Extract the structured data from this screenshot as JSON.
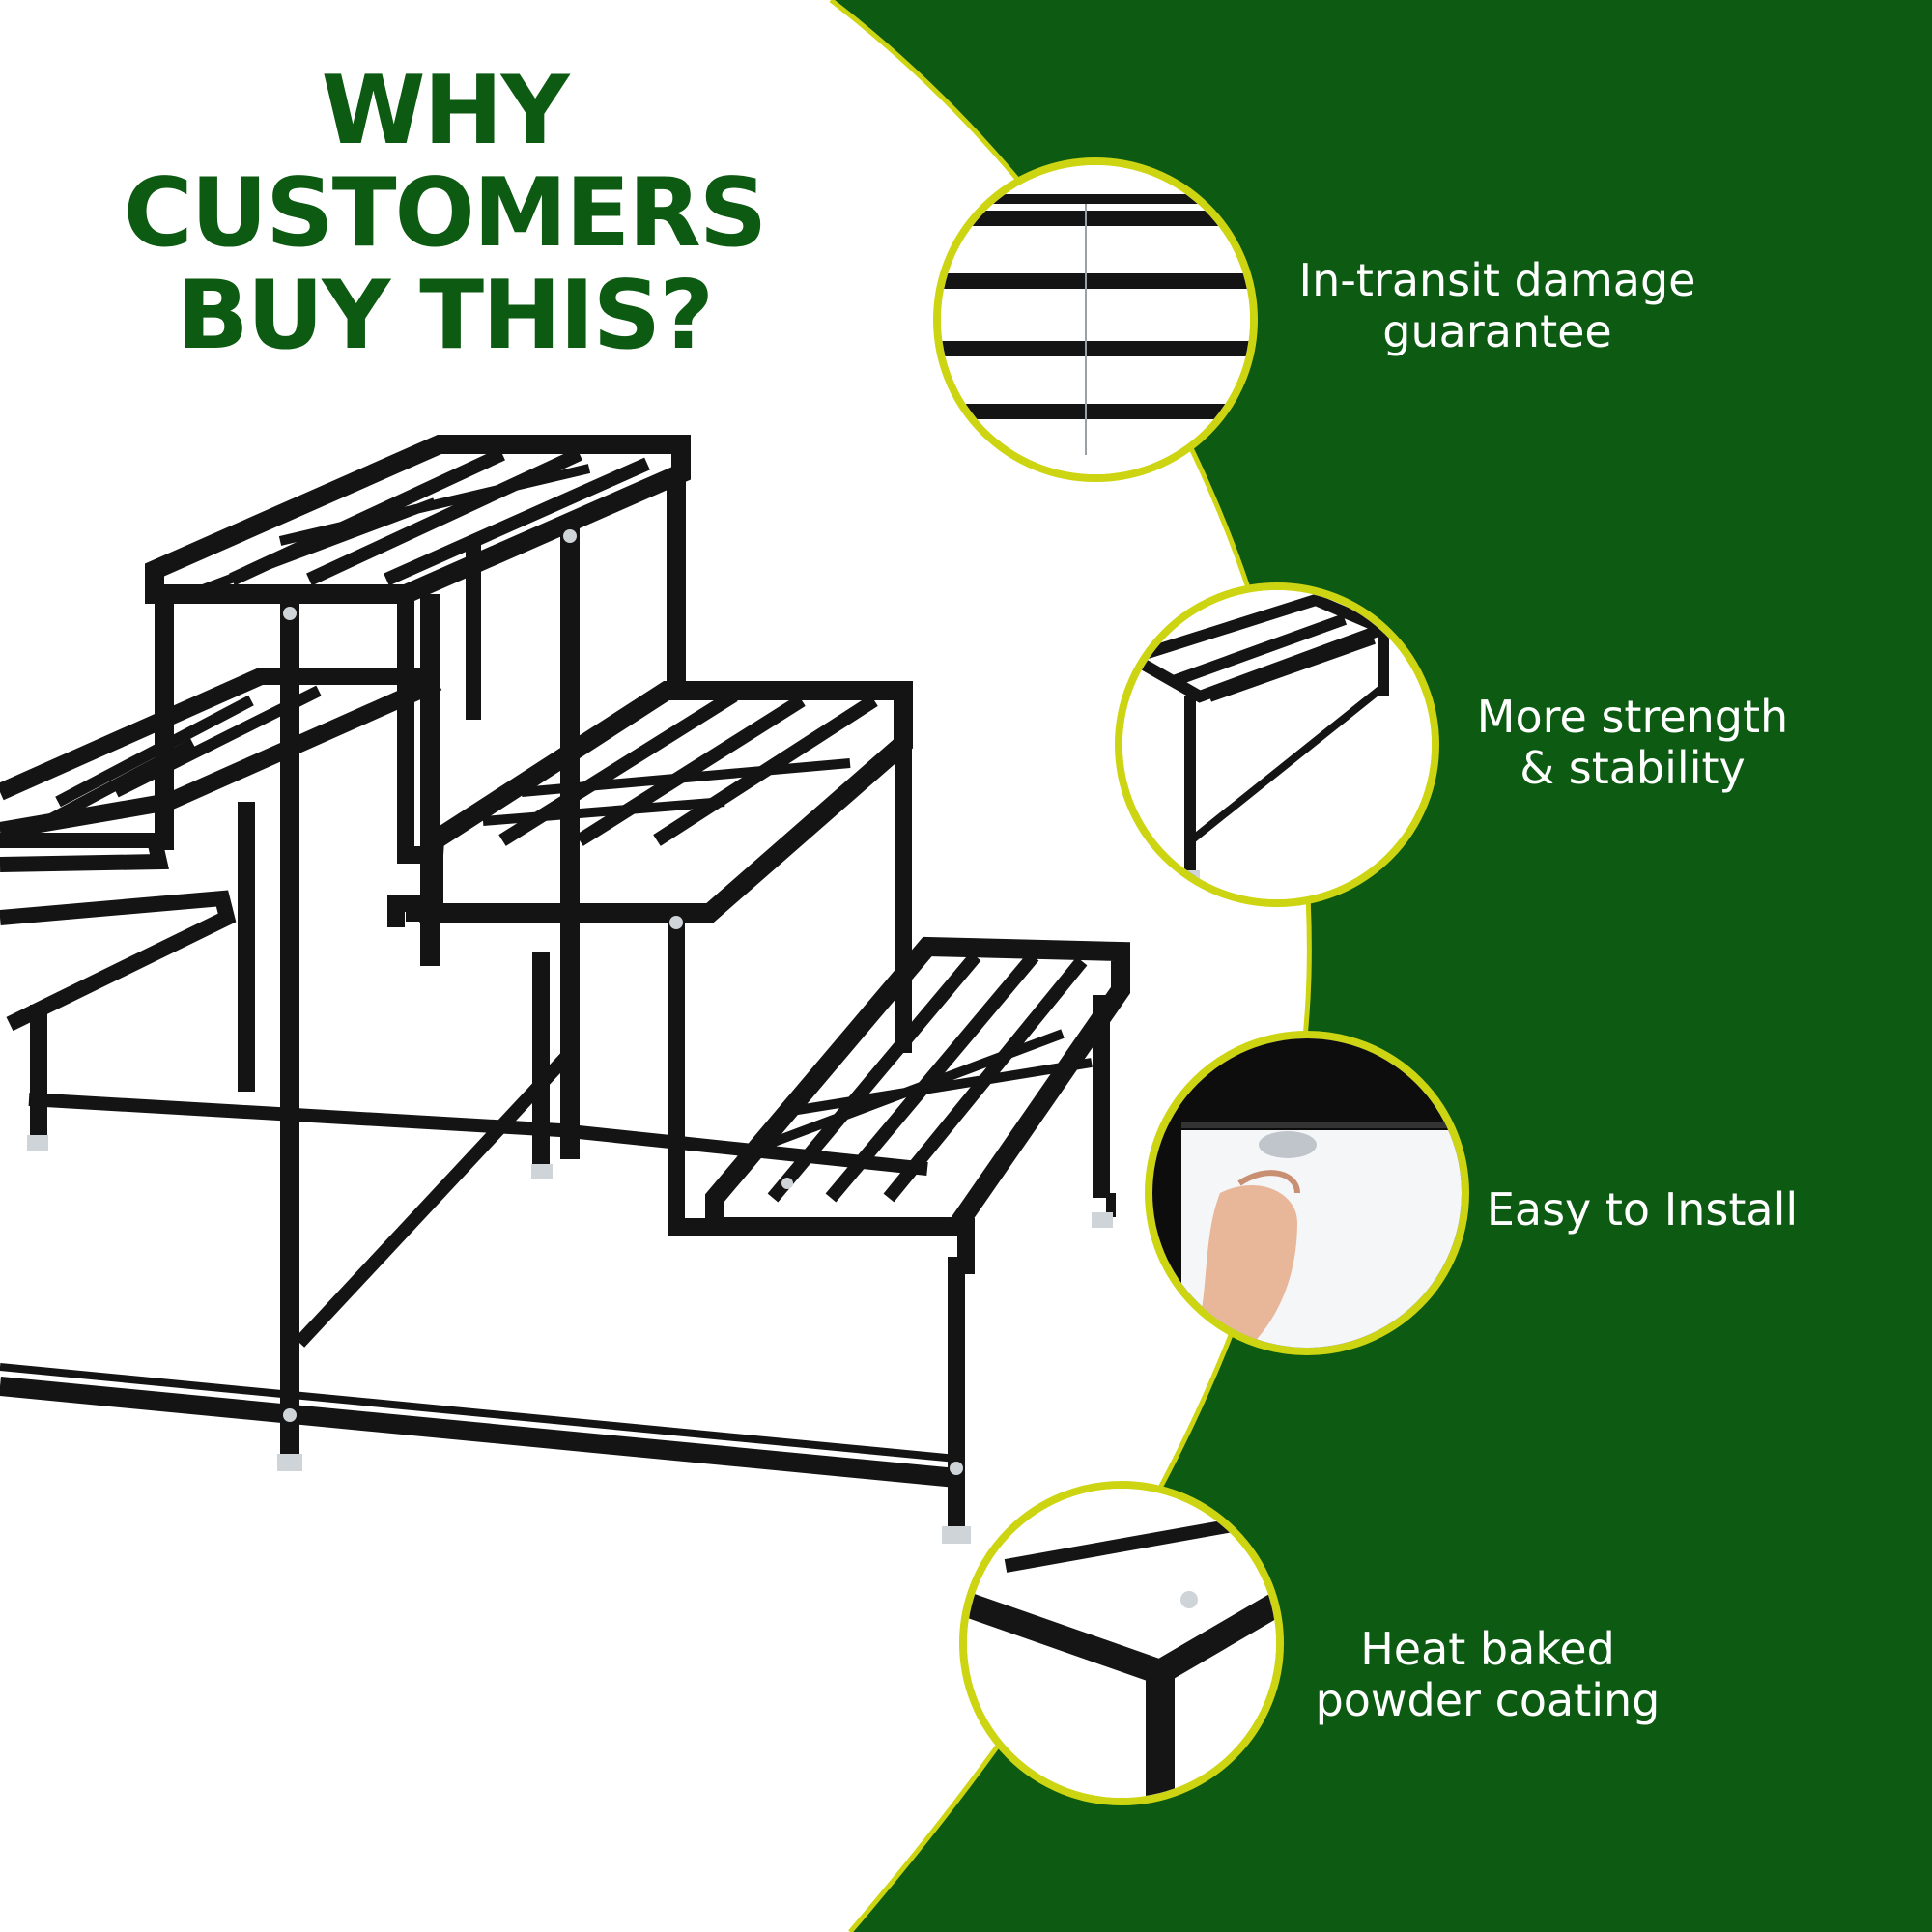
{
  "headline": {
    "line1": "WHY CUSTOMERS",
    "line2": "BUY THIS?"
  },
  "features": [
    {
      "line1": "In-transit damage",
      "line2": "guarantee",
      "icon": "rack-top-closeup-icon"
    },
    {
      "line1": "More strength",
      "line2": "& stability",
      "icon": "rack-frame-joint-icon"
    },
    {
      "line1": "Easy to Install",
      "line2": "",
      "icon": "wing-nut-hand-icon"
    },
    {
      "line1": "Heat baked",
      "line2": "powder coating",
      "icon": "coated-corner-icon"
    }
  ],
  "colors": {
    "green": "#0d5a12",
    "accent_ring": "#cdd512",
    "background": "#ffffff"
  }
}
